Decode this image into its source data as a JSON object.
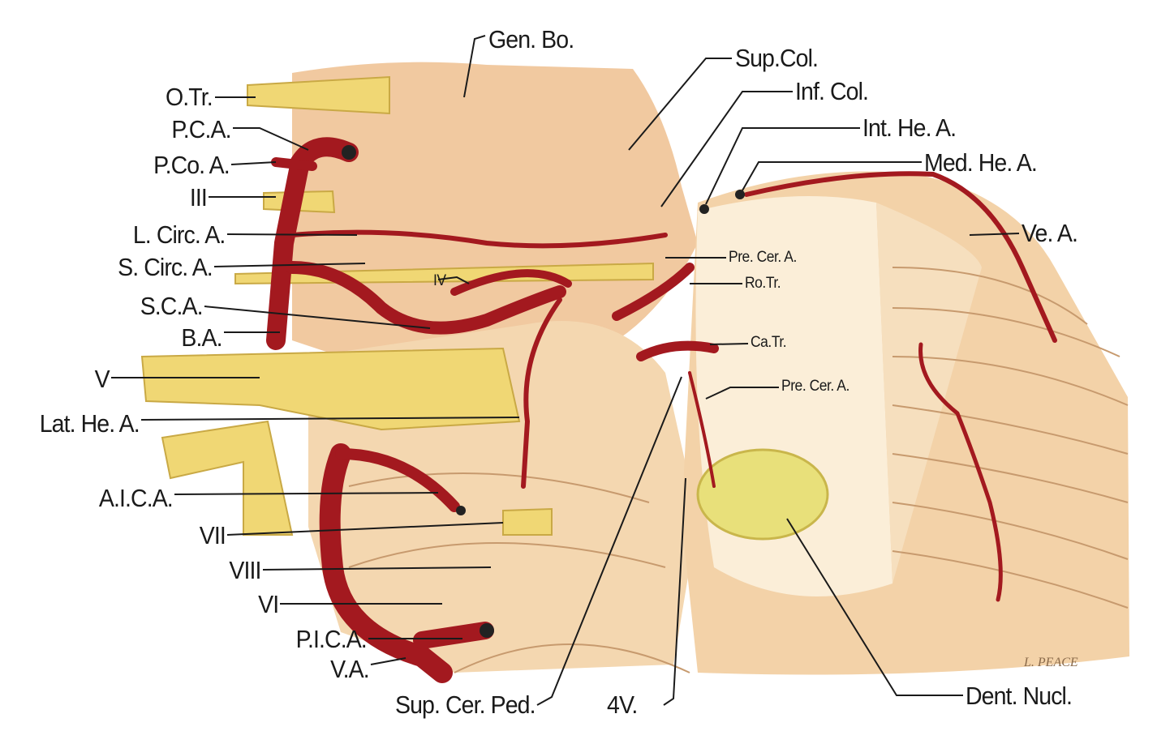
{
  "labels": {
    "gen_bo": "Gen. Bo.",
    "sup_col": "Sup.Col.",
    "inf_col": "Inf. Col.",
    "int_he_a": "Int. He. A.",
    "med_he_a": "Med. He. A.",
    "ve_a": "Ve. A.",
    "pre_cer_a_upper": "Pre. Cer. A.",
    "ro_tr": "Ro.Tr.",
    "ca_tr": "Ca.Tr.",
    "pre_cer_a_lower": "Pre. Cer. A.",
    "iv": "IV",
    "o_tr": "O.Tr.",
    "p_c_a": "P.C.A.",
    "p_co_a": "P.Co. A.",
    "iii": "III",
    "l_circ_a": "L. Circ. A.",
    "s_circ_a": "S. Circ. A.",
    "s_c_a": "S.C.A.",
    "b_a": "B.A.",
    "v": "V",
    "lat_he_a": "Lat. He. A.",
    "a_i_c_a": "A.I.C.A.",
    "vii": "VII",
    "viii": "VIII",
    "vi": "VI",
    "p_i_c_a": "P.I.C.A.",
    "v_a": "V.A.",
    "sup_cer_ped": "Sup. Cer. Ped.",
    "four_v": "4V.",
    "dent_nucl": "Dent. Nucl."
  },
  "signature": "L. PEACE",
  "colors": {
    "brainstem": "#f1c9a0",
    "cerebellum": "#f6dcb8",
    "cut_surface": "#fbeed8",
    "artery": "#a3191f",
    "nerve": "#f0d774",
    "nucleus": "#e8e07a"
  }
}
